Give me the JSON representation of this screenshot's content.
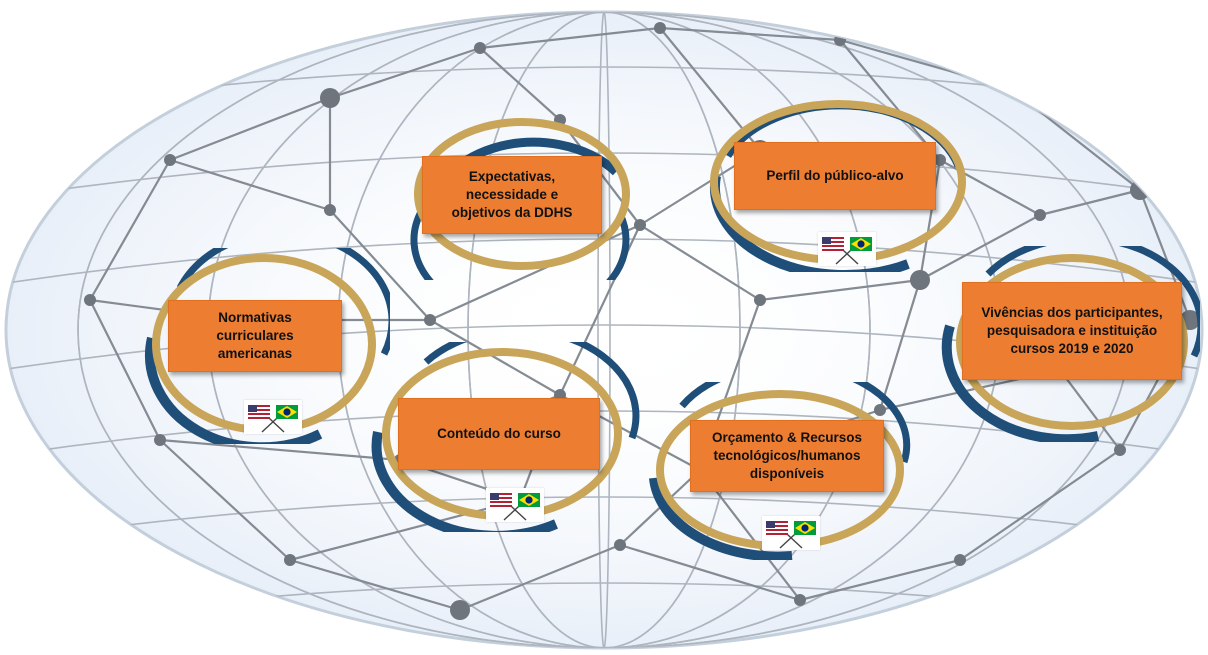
{
  "diagram": {
    "colors": {
      "box_fill": "#ed7d31",
      "ring_gold": "#c9a55a",
      "ring_blue": "#1f4e79",
      "network_line": "#8a8f96",
      "network_node": "#6f757d",
      "globe_glow": "#c9d9ee"
    },
    "nodes": [
      {
        "id": "expectativas",
        "lines": [
          "Expectativas,",
          "necessidade e",
          "objetivos da DDHS"
        ],
        "flags": false
      },
      {
        "id": "perfil",
        "lines": [
          "Perfil do público-alvo"
        ],
        "flags": true
      },
      {
        "id": "normativas",
        "lines": [
          "Normativas",
          "curriculares",
          "americanas"
        ],
        "flags": true
      },
      {
        "id": "vivencias",
        "lines": [
          "Vivências dos participantes,",
          "pesquisadora e instituição",
          "cursos 2019 e 2020"
        ],
        "flags": false
      },
      {
        "id": "conteudo",
        "lines": [
          "Conteúdo do curso"
        ],
        "flags": true
      },
      {
        "id": "orcamento",
        "lines": [
          "Orçamento &  Recursos",
          "tecnológicos/humanos",
          "disponíveis"
        ],
        "flags": true
      }
    ],
    "flag_icons": [
      "usa-flag-icon",
      "brazil-flag-icon"
    ]
  }
}
